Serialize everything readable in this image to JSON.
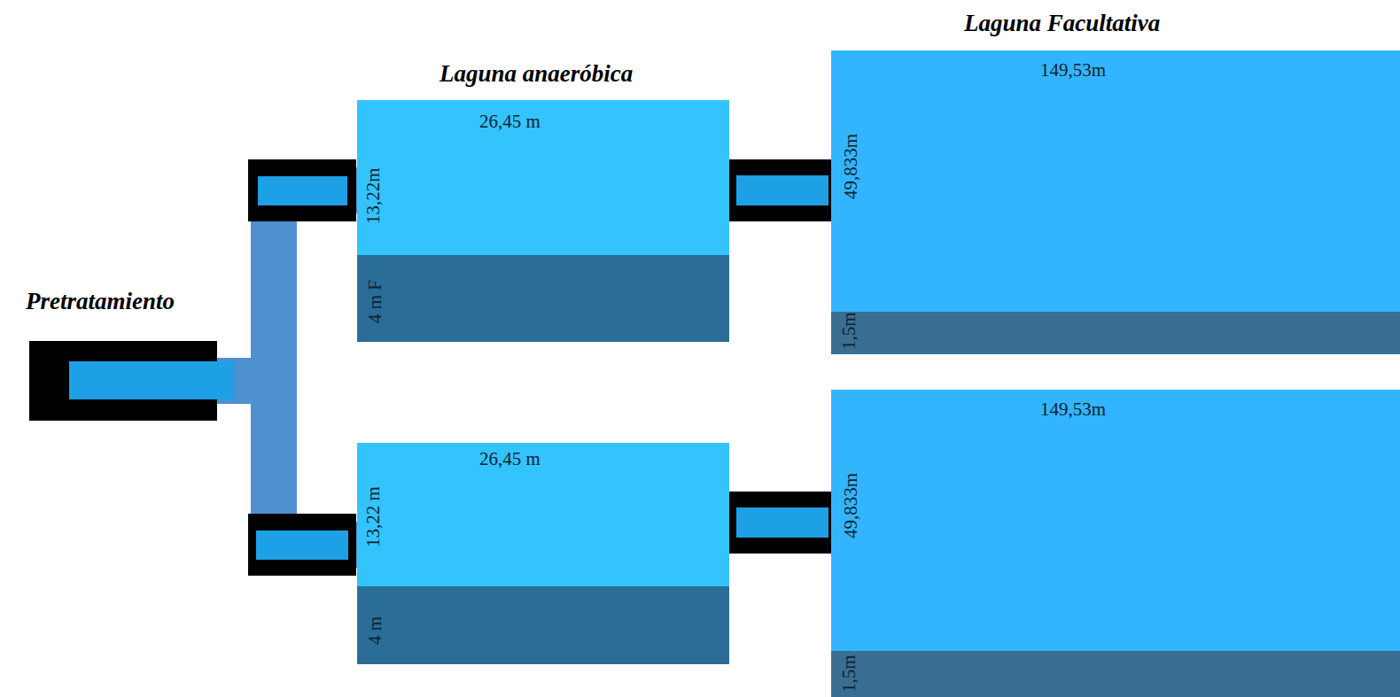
{
  "diagram": {
    "nodes": [
      {
        "text": [
          "Pretratamiento"
        ]
      },
      {
        "text": [
          "Laguna anaeróbica",
          "26,45 m",
          "13,22m",
          "4 m F"
        ]
      },
      {
        "text": [
          "26,45 m",
          "13,22 m",
          "4 m"
        ]
      },
      {
        "text": [
          "Laguna Facultativa",
          "149,53m",
          "49,833m",
          "1,5m"
        ]
      },
      {
        "text": [
          "149,53m",
          "49,833m",
          "1,5m"
        ]
      }
    ],
    "edges": [
      {
        "from": 0,
        "to": 1,
        "arrow": "none"
      },
      {
        "from": 0,
        "to": 2,
        "arrow": "none"
      },
      {
        "from": 1,
        "to": 3,
        "arrow": "none"
      },
      {
        "from": 2,
        "to": 4,
        "arrow": "none"
      }
    ]
  }
}
